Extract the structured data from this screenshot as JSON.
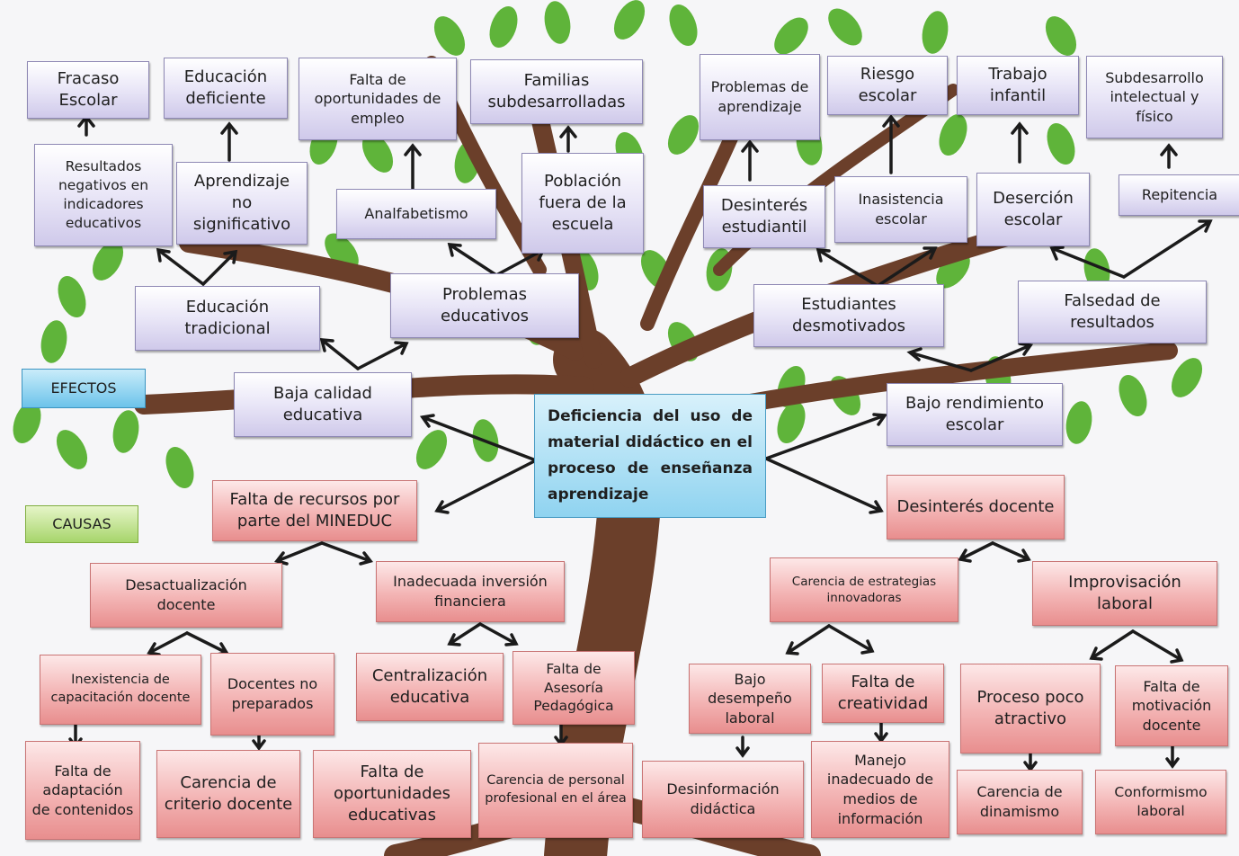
{
  "labels": {
    "efectos": "EFECTOS",
    "causas": "CAUSAS"
  },
  "problem": "Deficiencia del uso de material didáctico en el proceso de enseñanza aprendizaje",
  "effects": {
    "top": [
      "Fracaso Escolar",
      "Educación deficiente",
      "Falta de oportunidades de empleo",
      "Familias subdesarrolladas",
      "Problemas de aprendizaje",
      "Riesgo escolar",
      "Trabajo infantil",
      "Subdesarrollo intelectual y físico"
    ],
    "second": [
      "Resultados negativos en indicadores educativos",
      "Aprendizaje no significativo",
      "Analfabetismo",
      "Población fuera de la escuela",
      "Desinterés estudiantil",
      "Inasistencia escolar",
      "Deserción escolar",
      "Repitencia"
    ],
    "third": [
      "Educación tradicional",
      "Problemas educativos",
      "Estudiantes desmotivados",
      "Falsedad de resultados"
    ],
    "direct": [
      "Baja calidad educativa",
      "Bajo rendimiento escolar"
    ]
  },
  "causes": {
    "direct": [
      "Falta de recursos por parte del MINEDUC",
      "Desinterés docente"
    ],
    "second": [
      "Desactualización docente",
      "Inadecuada inversión financiera",
      "Carencia de estrategias innovadoras",
      "Improvisación laboral"
    ],
    "third": [
      "Inexistencia de capacitación docente",
      "Docentes no preparados",
      "Centralización educativa",
      "Falta de Asesoría Pedagógica",
      "Bajo desempeño laboral",
      "Falta de creatividad",
      "Proceso poco atractivo",
      "Falta de motivación docente"
    ],
    "root": [
      "Falta de adaptación de contenidos",
      "Carencia de criterio docente",
      "Falta de oportunidades educativas",
      "Carencia de personal profesional en el área",
      "Desinformación didáctica",
      "Manejo inadecuado de medios de información",
      "Carencia de dinamismo",
      "Conformismo laboral"
    ]
  },
  "colors": {
    "effect_box": "#e6e3f6",
    "cause_box": "#f2aaaa",
    "problem_box": "#8fd3f0",
    "efectos_tag": "#6cc3ea",
    "causas_tag": "#a7d56b",
    "trunk": "#6b3f2a",
    "leaf": "#5fb43a"
  }
}
